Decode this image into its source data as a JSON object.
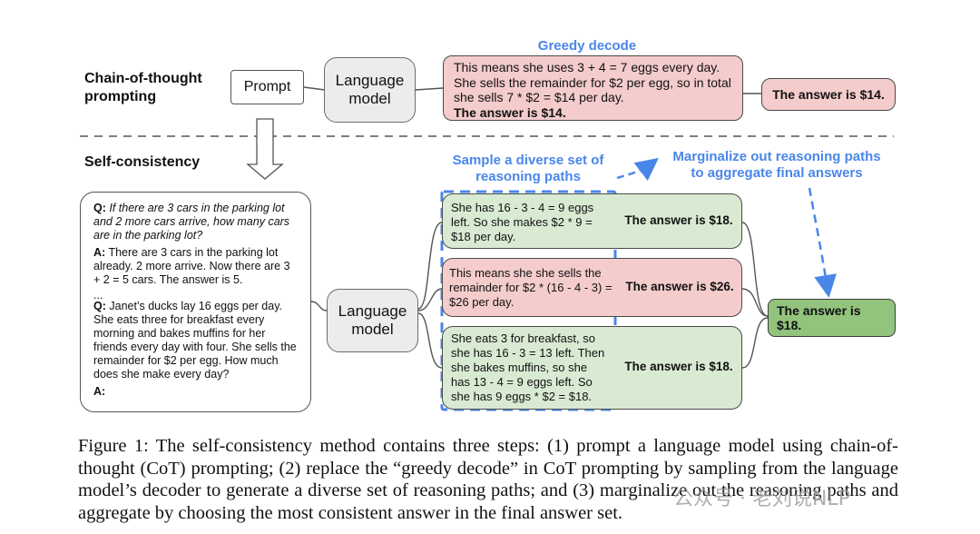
{
  "cot": {
    "label_line1": "Chain-of-thought",
    "label_line2": "prompting",
    "prompt": "Prompt",
    "lm_line1": "Language",
    "lm_line2": "model",
    "greedy_title": "Greedy decode",
    "greedy_text": "This means she uses 3 + 4 = 7 eggs every day. She sells the remainder for $2 per egg, so in total she sells 7 * $2 = $14 per day.",
    "greedy_answer": "The answer is $14.",
    "final_answer": "The answer is $14."
  },
  "sc": {
    "label": "Self-consistency",
    "sample_title_line1": "Sample a diverse set of",
    "sample_title_line2": "reasoning paths",
    "marginalize_line1": "Marginalize out reasoning paths",
    "marginalize_line2": "to aggregate final answers",
    "lm_line1": "Language",
    "lm_line2": "model",
    "prompt_q1_label": "Q:",
    "prompt_q1": "If there are 3 cars in the parking lot and 2 more cars arrive, how many cars are in the parking lot?",
    "prompt_a1_label": "A:",
    "prompt_a1": "There are 3 cars in the parking lot already. 2 more arrive. Now there are 3 + 2 = 5 cars. The answer is 5.",
    "prompt_ellipsis": "...",
    "prompt_q2_label": "Q:",
    "prompt_q2": "Janet’s ducks lay 16 eggs per day. She eats three for breakfast every morning and bakes muffins for her friends every day with four. She sells the remainder for $2 per egg. How much does she make every day?",
    "prompt_a2_label": "A:",
    "paths": [
      {
        "text": "She has 16 - 3 - 4 = 9 eggs left. So she makes $2 * 9 = $18 per day.",
        "answer": "The answer is $18."
      },
      {
        "text": "This means she she sells the remainder for $2 * (16 - 4 - 3) = $26 per day.",
        "answer": "The answer is $26."
      },
      {
        "text": "She eats 3 for breakfast, so she has 16 - 3 = 13 left. Then she bakes muffins, so she has 13 - 4 = 9 eggs left. So she has 9 eggs * $2 = $18.",
        "answer": "The answer is $18."
      }
    ],
    "final_answer": "The answer is $18."
  },
  "caption": "Figure 1: The self-consistency method contains three steps: (1) prompt a language model using chain-of-thought (CoT) prompting; (2) replace the “greedy decode” in CoT prompting by sampling from the language model’s decoder to generate a diverse set of reasoning paths; and (3) marginalize out the reasoning paths and aggregate by choosing the most consistent answer in the final answer set.",
  "watermark": "公众号 · 老刘说NLP"
}
